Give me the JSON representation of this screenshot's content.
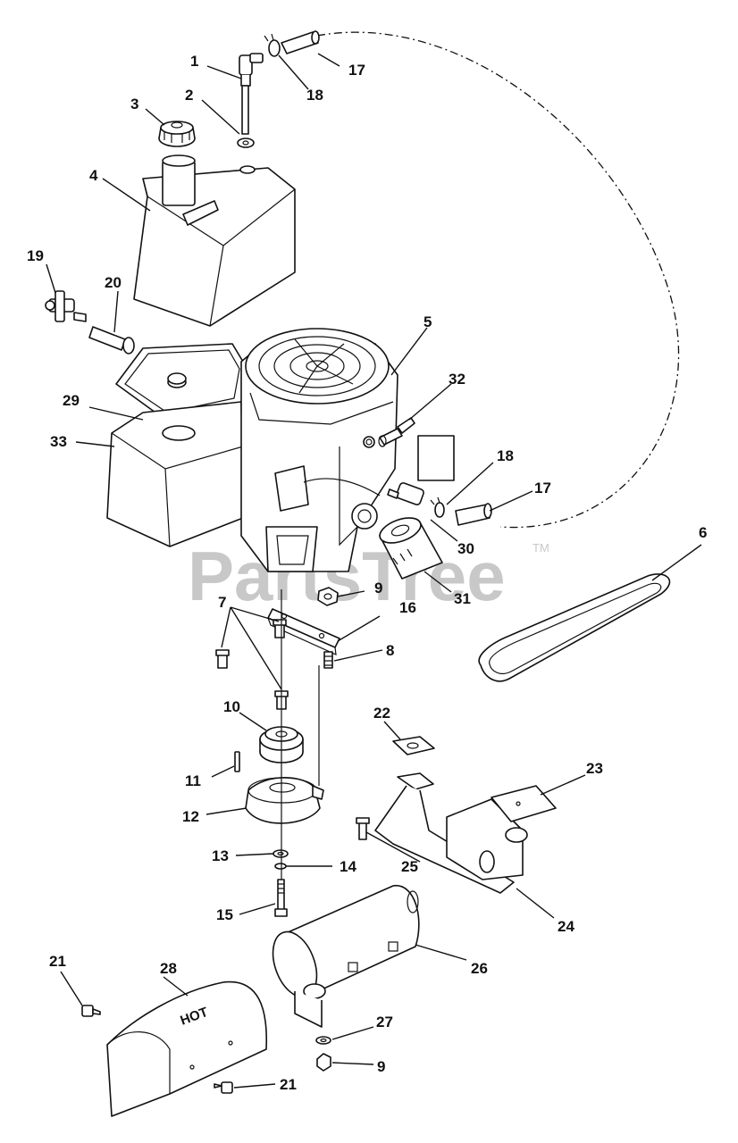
{
  "watermark": {
    "text": "PartsTree",
    "tm": "TM"
  },
  "labels": {
    "l1": "1",
    "l2": "2",
    "l3": "3",
    "l4": "4",
    "l5": "5",
    "l6": "6",
    "l7": "7",
    "l8": "8",
    "l9a": "9",
    "l9b": "9",
    "l10": "10",
    "l11": "11",
    "l12": "12",
    "l13": "13",
    "l14": "14",
    "l15": "15",
    "l16": "16",
    "l17a": "17",
    "l17b": "17",
    "l18a": "18",
    "l18b": "18",
    "l19": "19",
    "l20": "20",
    "l21a": "21",
    "l21b": "21",
    "l22": "22",
    "l23": "23",
    "l24": "24",
    "l25": "25",
    "l26": "26",
    "l27": "27",
    "l28": "28",
    "l29": "29",
    "l30": "30",
    "l31": "31",
    "l32": "32",
    "l33": "33"
  },
  "stamp_text": "HOT"
}
